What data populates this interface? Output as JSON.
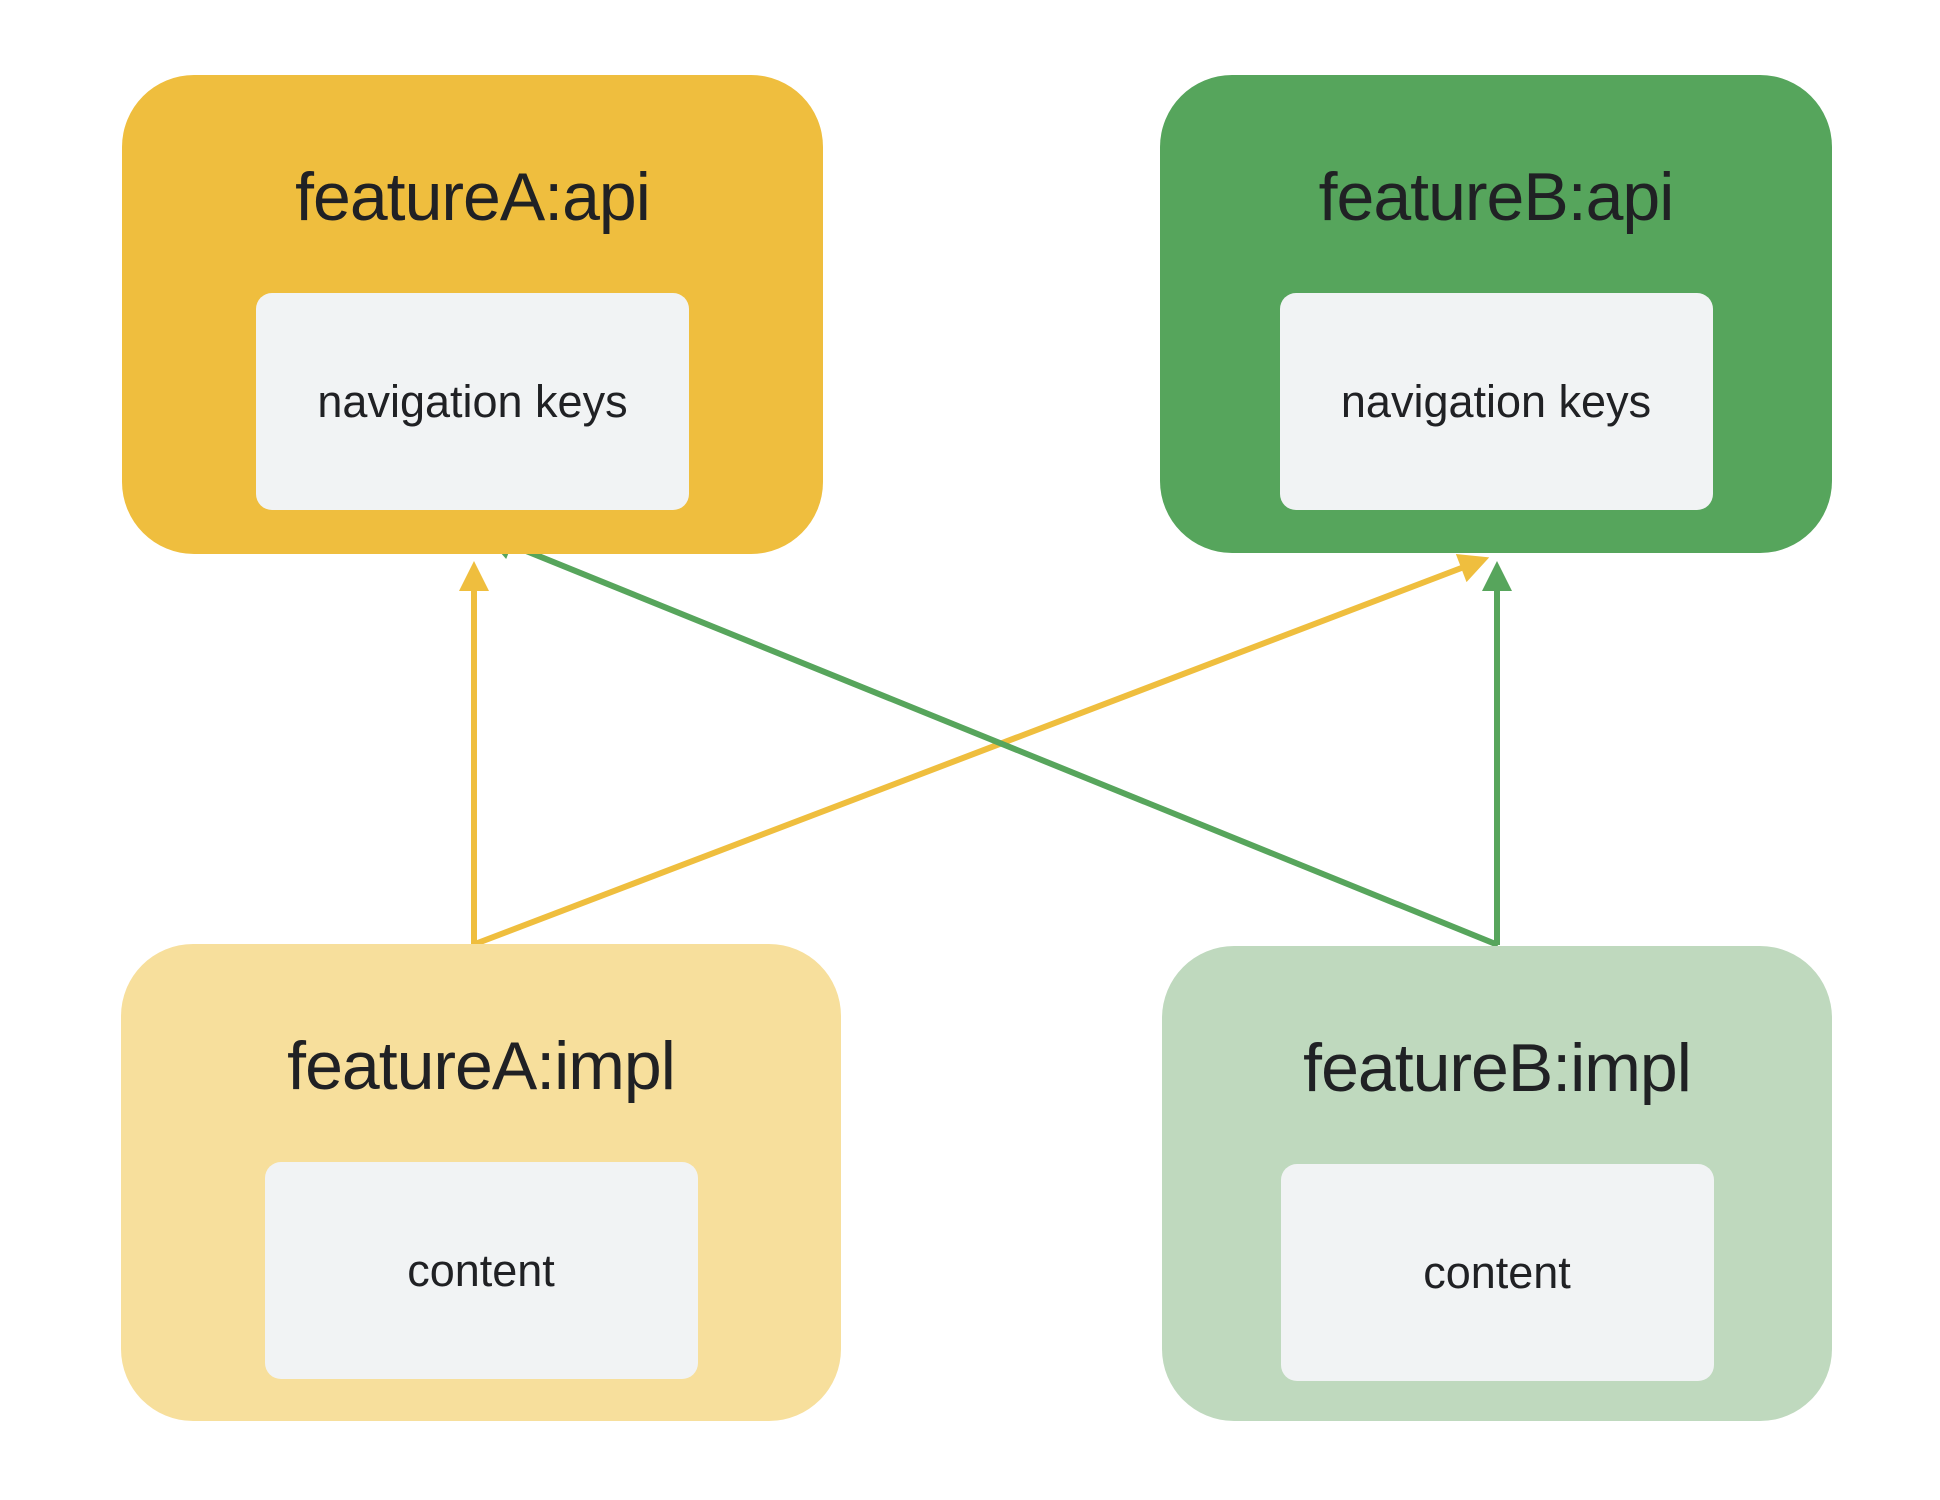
{
  "diagram": {
    "background": "#ffffff",
    "text_color": "#202124",
    "inner_box_fill": "#F1F3F4",
    "modules": {
      "featureA_api": {
        "title": "featureA:api",
        "inner_label": "navigation keys",
        "fill": "#EFBE3E"
      },
      "featureB_api": {
        "title": "featureB:api",
        "inner_label": "navigation keys",
        "fill": "#56A55C"
      },
      "featureA_impl": {
        "title": "featureA:impl",
        "inner_label": "content",
        "fill": "#F7DF9C"
      },
      "featureB_impl": {
        "title": "featureB:impl",
        "inner_label": "content",
        "fill": "#BFD9BE"
      }
    },
    "arrows": {
      "yellow": "#EFBE3E",
      "green": "#57A55C",
      "edges": [
        {
          "from": "featureA:impl",
          "to": "featureA:api",
          "color_key": "yellow"
        },
        {
          "from": "featureA:impl",
          "to": "featureB:api",
          "color_key": "yellow"
        },
        {
          "from": "featureB:impl",
          "to": "featureB:api",
          "color_key": "green"
        },
        {
          "from": "featureB:impl",
          "to": "featureA:api",
          "color_key": "green"
        }
      ]
    }
  }
}
